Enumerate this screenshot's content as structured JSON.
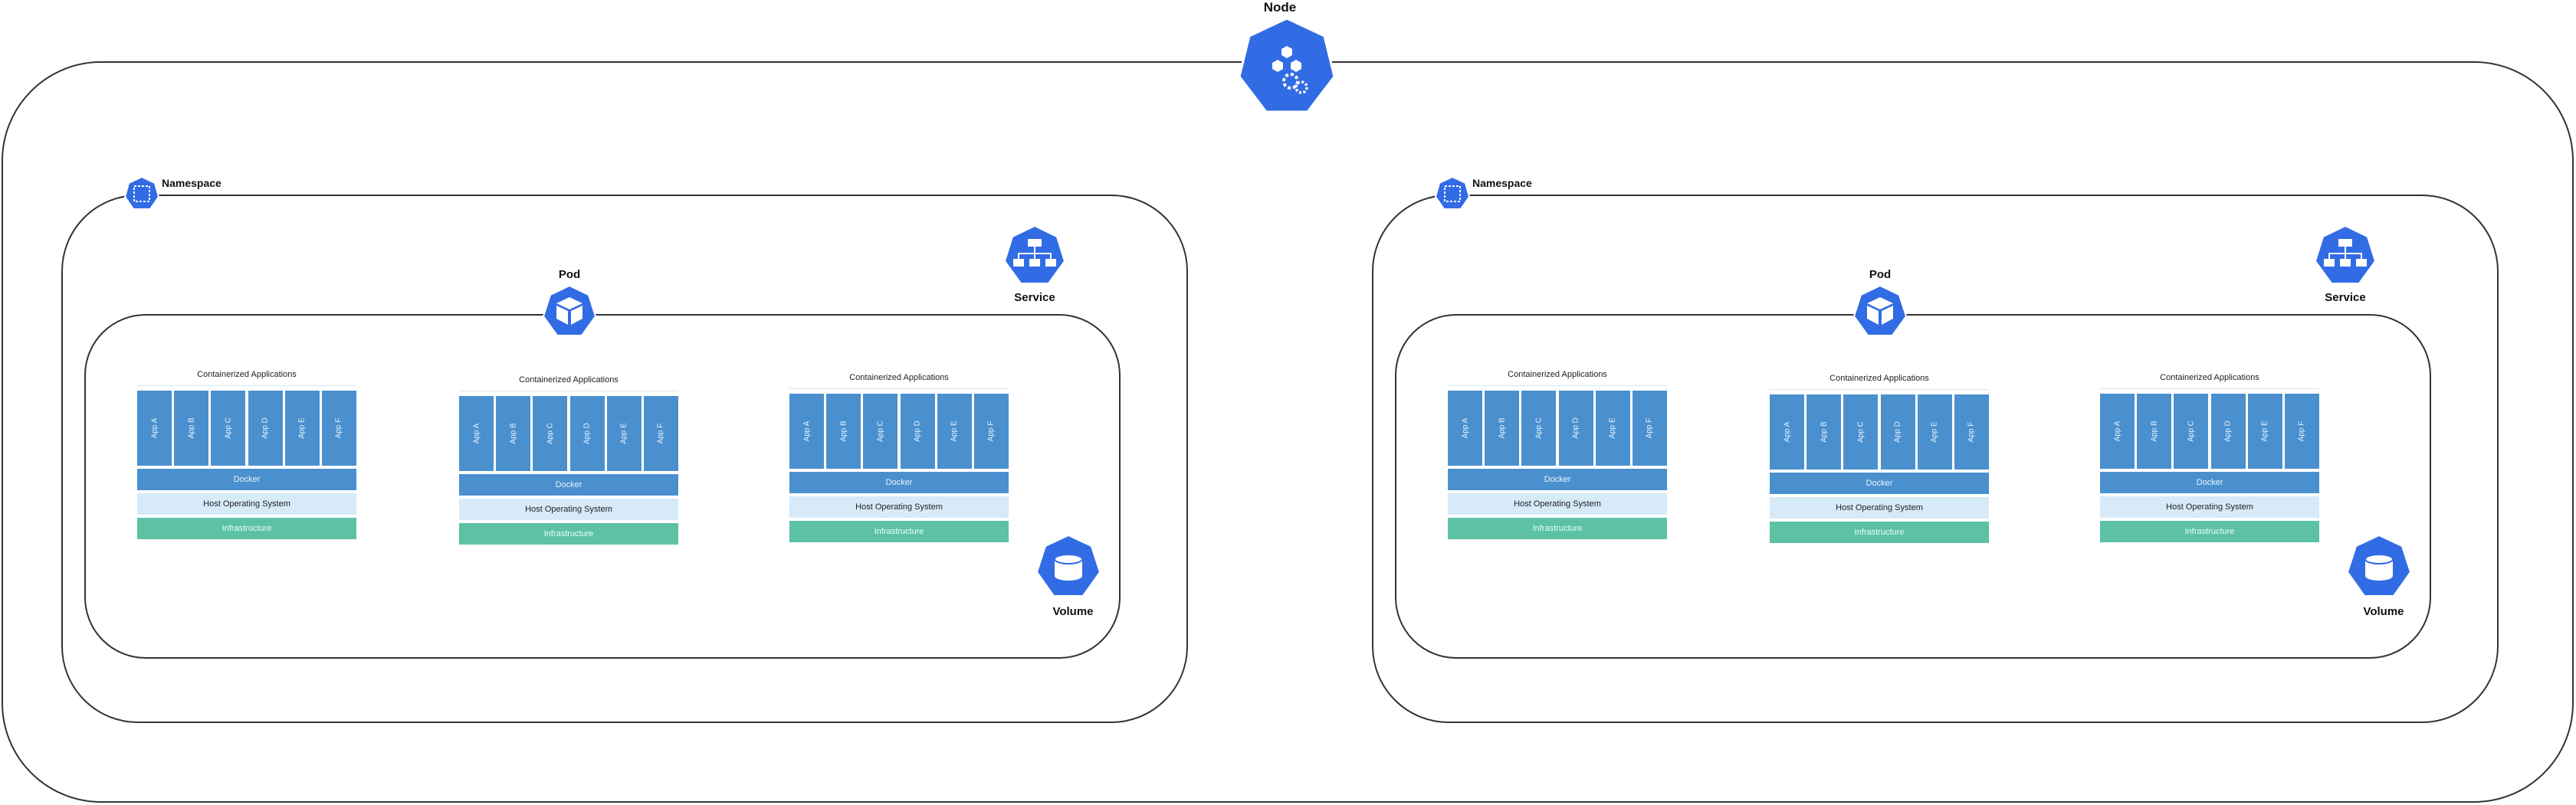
{
  "diagram": {
    "node": {
      "label": "Node",
      "icon": "kubernetes-node-icon"
    },
    "namespaces": [
      {
        "label": "Namespace",
        "service_label": "Service",
        "pod": {
          "label": "Pod",
          "volume_label": "Volume",
          "stacks": [
            {
              "title": "Containerized Applications",
              "apps": [
                "App A",
                "App B",
                "App C",
                "App D",
                "App E",
                "App F"
              ],
              "docker": "Docker",
              "host_os": "Host Operating System",
              "infra": "Infrastructure"
            },
            {
              "title": "Containerized Applications",
              "apps": [
                "App A",
                "App B",
                "App C",
                "App D",
                "App E",
                "App F"
              ],
              "docker": "Docker",
              "host_os": "Host Operating System",
              "infra": "Infrastructure"
            },
            {
              "title": "Containerized Applications",
              "apps": [
                "App A",
                "App B",
                "App C",
                "App D",
                "App E",
                "App F"
              ],
              "docker": "Docker",
              "host_os": "Host Operating System",
              "infra": "Infrastructure"
            }
          ]
        }
      },
      {
        "label": "Namespace",
        "service_label": "Service",
        "pod": {
          "label": "Pod",
          "volume_label": "Volume",
          "stacks": [
            {
              "title": "Containerized Applications",
              "apps": [
                "App A",
                "App B",
                "App C",
                "App D",
                "App E",
                "App F"
              ],
              "docker": "Docker",
              "host_os": "Host Operating System",
              "infra": "Infrastructure"
            },
            {
              "title": "Containerized Applications",
              "apps": [
                "App A",
                "App B",
                "App C",
                "App D",
                "App E",
                "App F"
              ],
              "docker": "Docker",
              "host_os": "Host Operating System",
              "infra": "Infrastructure"
            },
            {
              "title": "Containerized Applications",
              "apps": [
                "App A",
                "App B",
                "App C",
                "App D",
                "App E",
                "App F"
              ],
              "docker": "Docker",
              "host_os": "Host Operating System",
              "infra": "Infrastructure"
            }
          ]
        }
      }
    ]
  },
  "colors": {
    "kube_blue": "#326ce5",
    "app_blue": "#4a90cf",
    "host_os": "#d6eaf8",
    "infrastructure": "#5cc1a5",
    "frame": "#333333"
  }
}
